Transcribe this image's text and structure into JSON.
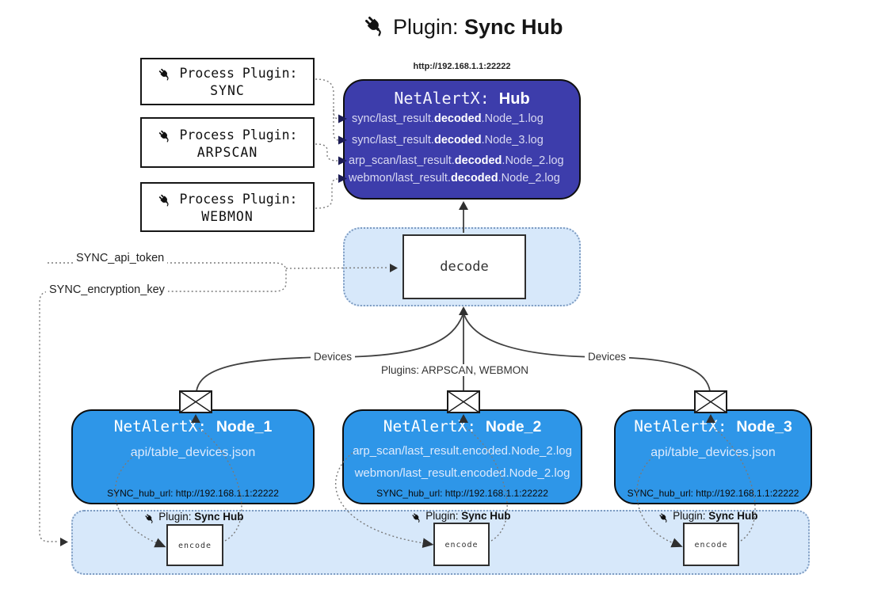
{
  "title": {
    "prefix": "Plugin: ",
    "name": "Sync Hub"
  },
  "hub": {
    "url": "http://192.168.1.1:22222",
    "title_prefix": "NetAlertX: ",
    "title_name": "Hub",
    "files": [
      {
        "pre": "sync/last_result.",
        "bold": "decoded",
        "post": ".Node_1.log"
      },
      {
        "pre": "sync/last_result.",
        "bold": "decoded",
        "post": ".Node_3.log"
      },
      {
        "pre": "arp_scan/last_result.",
        "bold": "decoded",
        "post": ".Node_2.log"
      },
      {
        "pre": "webmon/last_result.",
        "bold": "decoded",
        "post": ".Node_2.log"
      }
    ]
  },
  "process_plugins": [
    {
      "label": "Process Plugin:",
      "name": "SYNC"
    },
    {
      "label": "Process Plugin:",
      "name": "ARPSCAN"
    },
    {
      "label": "Process Plugin:",
      "name": "WEBMON"
    }
  ],
  "config": {
    "api_token_label": "SYNC_api_token",
    "encryption_key_label": "SYNC_encryption_key"
  },
  "decode": {
    "label": "decode"
  },
  "edges": {
    "devices_left": "Devices",
    "devices_right": "Devices",
    "plugins_center": "Plugins: ARPSCAN, WEBMON"
  },
  "nodes": [
    {
      "title_prefix": "NetAlertX: ",
      "title_name": "Node_1",
      "files": [
        "api/table_devices.json"
      ],
      "hub_url": "SYNC_hub_url: http://192.168.1.1:22222"
    },
    {
      "title_prefix": "NetAlertX: ",
      "title_name": "Node_2",
      "files": [
        "arp_scan/last_result.encoded.Node_2.log",
        "webmon/last_result.encoded.Node_2.log"
      ],
      "hub_url": "SYNC_hub_url: http://192.168.1.1:22222"
    },
    {
      "title_prefix": "NetAlertX: ",
      "title_name": "Node_3",
      "files": [
        "api/table_devices.json"
      ],
      "hub_url": "SYNC_hub_url: http://192.168.1.1:22222"
    }
  ],
  "encoders": [
    {
      "plugin_prefix": "Plugin: ",
      "plugin_name": "Sync Hub",
      "label": "encode"
    },
    {
      "plugin_prefix": "Plugin: ",
      "plugin_name": "Sync Hub",
      "label": "encode"
    },
    {
      "plugin_prefix": "Plugin: ",
      "plugin_name": "Sync Hub",
      "label": "encode"
    }
  ],
  "colors": {
    "hub_fill": "#3d3dab",
    "node_fill": "#2e96e8",
    "panel_fill": "#d7e8fa",
    "panel_border": "#7e9cc2",
    "connector": "#404040",
    "dotted_connector": "#7a7a7a"
  }
}
